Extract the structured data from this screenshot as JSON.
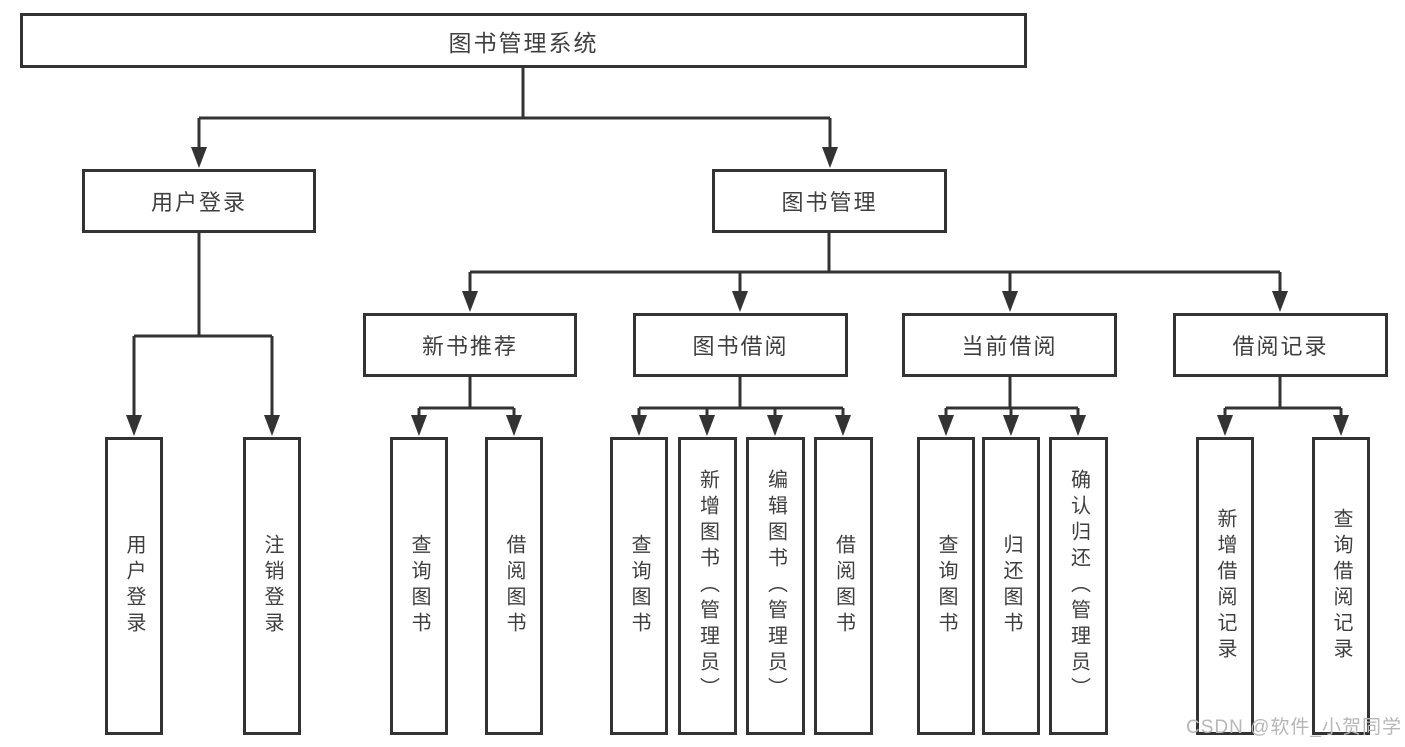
{
  "tree": {
    "label": "图书管理系统",
    "children": [
      {
        "label": "用户登录",
        "children": [
          {
            "label": "用户登录"
          },
          {
            "label": "注销登录"
          }
        ]
      },
      {
        "label": "图书管理",
        "children": [
          {
            "label": "新书推荐",
            "children": [
              {
                "label": "查询图书"
              },
              {
                "label": "借阅图书"
              }
            ]
          },
          {
            "label": "图书借阅",
            "children": [
              {
                "label": "查询图书"
              },
              {
                "label": "新增图书（管理员）"
              },
              {
                "label": "编辑图书（管理员）"
              },
              {
                "label": "借阅图书"
              }
            ]
          },
          {
            "label": "当前借阅",
            "children": [
              {
                "label": "查询图书"
              },
              {
                "label": "归还图书"
              },
              {
                "label": "确认归还（管理员）"
              }
            ]
          },
          {
            "label": "借阅记录",
            "children": [
              {
                "label": "新增借阅记录"
              },
              {
                "label": "查询借阅记录"
              }
            ]
          }
        ]
      }
    ]
  },
  "watermark": {
    "text": "CSDN @软件_小贺同学"
  },
  "colors": {
    "line": "#333333",
    "text": "#3f3f3f",
    "watermark": "#b7b7b7",
    "background": "#ffffff"
  }
}
